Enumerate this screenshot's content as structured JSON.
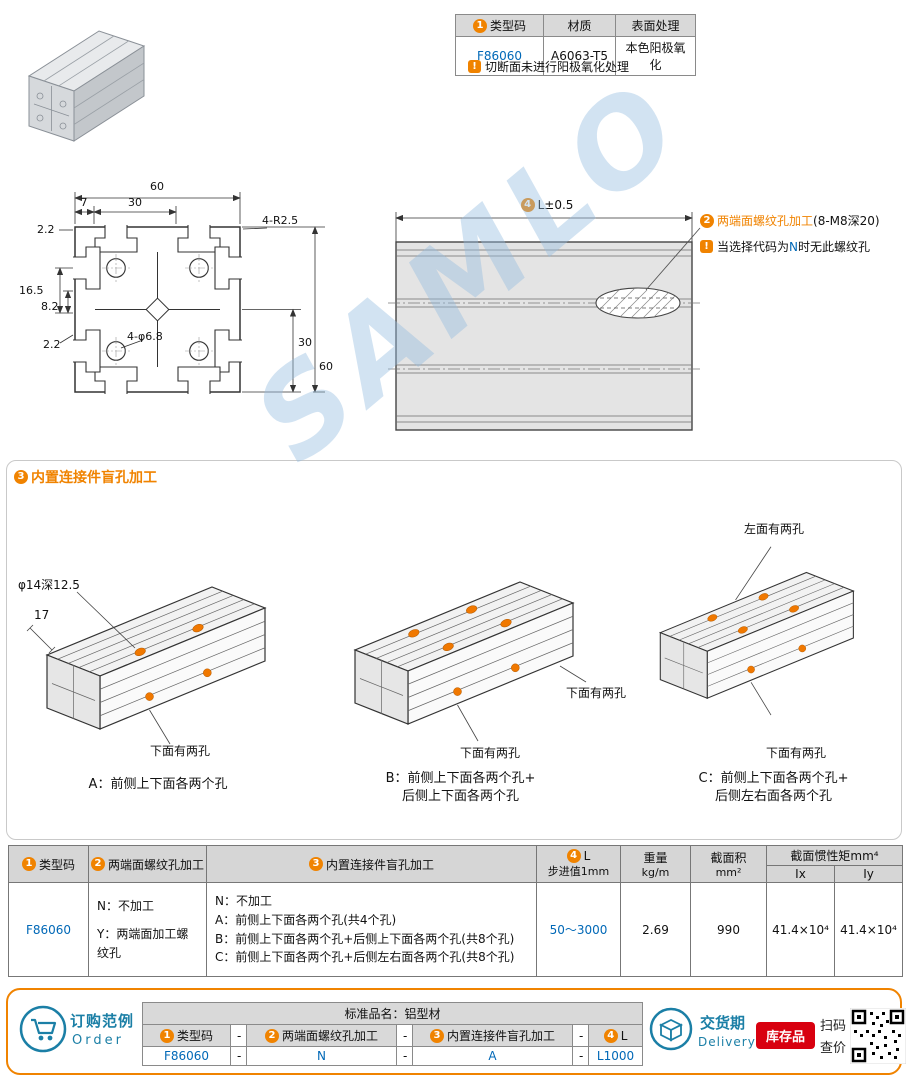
{
  "watermark": "SAMLO",
  "warn_mark": "!",
  "badges": {
    "n1": "1",
    "n2": "2",
    "n3": "3",
    "n4": "4"
  },
  "colors": {
    "orange": "#f08300",
    "blue": "#0068b7",
    "teal": "#1b7fa6",
    "red": "#d8000f"
  },
  "top_table": {
    "h_code": "类型码",
    "h_material": "材质",
    "h_surface": "表面处理",
    "v_code": "F86060",
    "v_material": "A6063-T5",
    "v_surface": "本色阳极氧化",
    "note": "切断面未进行阳极氧化处理"
  },
  "cross_section": {
    "dim_width_top": "60",
    "dim_7": "7",
    "dim_30_top": "30",
    "dim_22_top": "2.2",
    "dim_corner": "4-R2.5",
    "dim_165": "16.5",
    "dim_82": "8.2",
    "dim_22_left": "2.2",
    "dim_holes": "4-φ6.8",
    "dim_30_right": "30",
    "dim_60_right": "60"
  },
  "side_view": {
    "l_label": "L±0.5",
    "thread_title": "两端面螺纹孔加工",
    "thread_spec": "(8-M8深20)",
    "note_pre": "当选择代码为",
    "note_code": "N",
    "note_post": "时无此螺纹孔"
  },
  "section3": {
    "title": "内置连接件盲孔加工",
    "dim_phi": "φ14深12.5",
    "dim_17": "17",
    "bottom_label": "下面有两孔",
    "left_label": "左面有两孔",
    "captions": [
      {
        "line1": "A：前侧上下面各两个孔",
        "line2": ""
      },
      {
        "line1": "B：前侧上下面各两个孔+",
        "line2": "后侧上下面各两个孔"
      },
      {
        "line1": "C：前侧上下面各两个孔+",
        "line2": "后侧左右面各两个孔"
      }
    ]
  },
  "spec_table": {
    "h_code": "类型码",
    "h_thread": "两端面螺纹孔加工",
    "h_blind": "内置连接件盲孔加工",
    "h_l": "L",
    "h_l_step": "步进值1mm",
    "h_weight": "重量",
    "h_weight_unit": "kg/m",
    "h_area": "截面积",
    "h_area_unit": "mm²",
    "h_inertia": "截面惯性矩mm⁴",
    "h_ix": "Ix",
    "h_iy": "Iy",
    "row": {
      "code": "F86060",
      "thread_n": "N：不加工",
      "thread_y": "Y：两端面加工螺纹孔",
      "blind_n": "N：不加工",
      "blind_a": "A：前侧上下面各两个孔(共4个孔)",
      "blind_b": "B：前侧上下面各两个孔+后侧上下面各两个孔(共8个孔)",
      "blind_c": "C：前侧上下面各两个孔+后侧左右面各两个孔(共8个孔)",
      "length": "50～3000",
      "weight": "2.69",
      "area": "990",
      "ix": "41.4×10⁴",
      "iy": "41.4×10⁴"
    }
  },
  "order": {
    "title_cn": "订购范例",
    "title_en": "Order",
    "table_title": "标准品名：铝型材",
    "col_code": "类型码",
    "col_thread": "两端面螺纹孔加工",
    "col_blind": "内置连接件盲孔加工",
    "col_l": "L",
    "dash": "-",
    "val_code": "F86060",
    "val_thread": "N",
    "val_blind": "A",
    "val_l": "L1000",
    "delivery_cn": "交货期",
    "delivery_en": "Delivery",
    "stock": "库存品",
    "qr_l1": "扫码",
    "qr_l2": "查价"
  }
}
